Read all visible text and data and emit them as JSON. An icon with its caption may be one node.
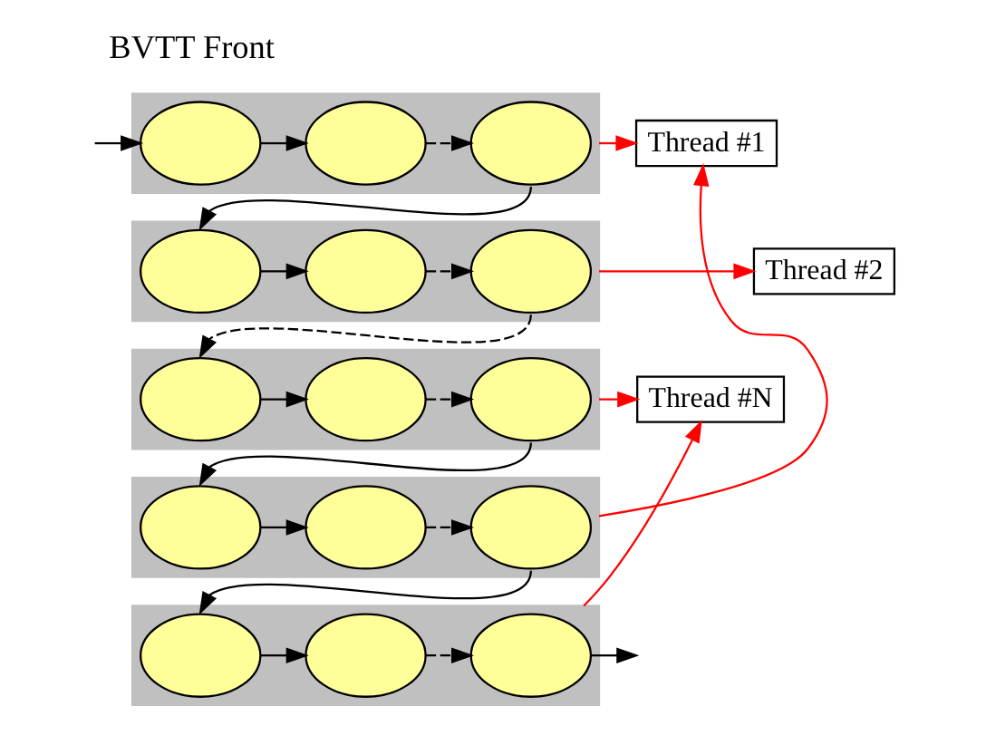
{
  "diagram": {
    "title": "BVTT Front",
    "nodes": [
      {
        "text": [],
        "shape": "box"
      },
      {
        "text": [],
        "shape": "circle",
        "in": 0
      },
      {
        "text": [],
        "shape": "circle",
        "in": 0
      },
      {
        "text": [],
        "shape": "circle",
        "in": 0
      },
      {
        "text": [],
        "shape": "box"
      },
      {
        "text": [],
        "shape": "circle",
        "in": 4
      },
      {
        "text": [],
        "shape": "circle",
        "in": 4
      },
      {
        "text": [],
        "shape": "circle",
        "in": 4
      },
      {
        "text": [],
        "shape": "box"
      },
      {
        "text": [],
        "shape": "circle",
        "in": 8
      },
      {
        "text": [],
        "shape": "circle",
        "in": 8
      },
      {
        "text": [],
        "shape": "circle",
        "in": 8
      },
      {
        "text": [],
        "shape": "box"
      },
      {
        "text": [],
        "shape": "circle",
        "in": 12
      },
      {
        "text": [],
        "shape": "circle",
        "in": 12
      },
      {
        "text": [],
        "shape": "circle",
        "in": 12
      },
      {
        "text": [],
        "shape": "box"
      },
      {
        "text": [],
        "shape": "circle",
        "in": 16
      },
      {
        "text": [],
        "shape": "circle",
        "in": 16
      },
      {
        "text": [],
        "shape": "circle",
        "in": 16
      },
      {
        "text": [
          "Thread #1"
        ]
      },
      {
        "text": [
          "Thread #2"
        ]
      },
      {
        "text": [
          "Thread #N"
        ]
      }
    ],
    "edges": [
      {
        "from": null,
        "to": 1,
        "arrow": "to"
      },
      {
        "from": 1,
        "to": 2,
        "arrow": "to"
      },
      {
        "from": 2,
        "to": 3,
        "arrow": "to",
        "style": "dashed"
      },
      {
        "from": 3,
        "to": 5,
        "arrow": "to"
      },
      {
        "from": 5,
        "to": 6,
        "arrow": "to"
      },
      {
        "from": 6,
        "to": 7,
        "arrow": "to",
        "style": "dashed"
      },
      {
        "from": 7,
        "to": 9,
        "arrow": "to",
        "style": "dashed"
      },
      {
        "from": 9,
        "to": 10,
        "arrow": "to"
      },
      {
        "from": 10,
        "to": 11,
        "arrow": "to",
        "style": "dashed"
      },
      {
        "from": 11,
        "to": 13,
        "arrow": "to"
      },
      {
        "from": 13,
        "to": 14,
        "arrow": "to"
      },
      {
        "from": 14,
        "to": 15,
        "arrow": "to",
        "style": "dashed"
      },
      {
        "from": 15,
        "to": 17,
        "arrow": "to"
      },
      {
        "from": 17,
        "to": 18,
        "arrow": "to"
      },
      {
        "from": 18,
        "to": 19,
        "arrow": "to",
        "style": "dashed"
      },
      {
        "from": 19,
        "to": null,
        "arrow": "to"
      },
      {
        "from": 0,
        "to": 20,
        "arrow": "to",
        "color": "#ff0000"
      },
      {
        "from": 4,
        "to": 21,
        "arrow": "to",
        "color": "#ff0000"
      },
      {
        "from": 8,
        "to": 22,
        "arrow": "to",
        "color": "#ff0000"
      },
      {
        "from": 12,
        "to": 20,
        "arrow": "to",
        "color": "#ff0000"
      },
      {
        "from": 16,
        "to": 22,
        "arrow": "to",
        "color": "#ff0000"
      }
    ]
  }
}
